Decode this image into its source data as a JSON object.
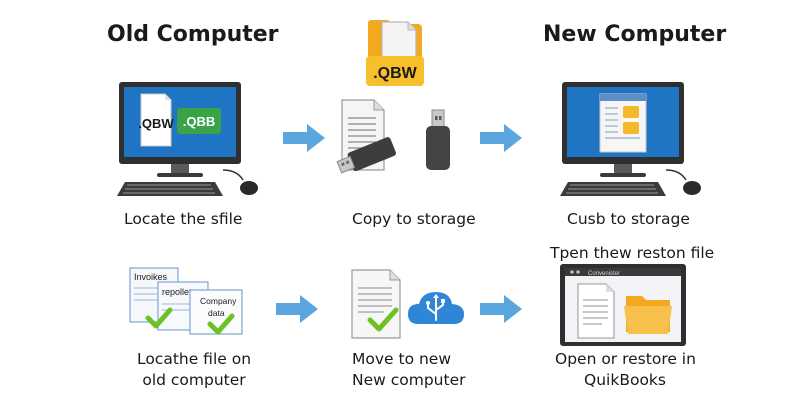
{
  "headings": {
    "old": "Old Computer",
    "new": "New Computer"
  },
  "badges": {
    "qbw_top": ".QBW",
    "qbw_screen": ".QBW",
    "qbb_screen": ".QBB",
    "invoices": "Invoikes",
    "reports": "repollets",
    "company_line1": "Company",
    "company_line2": "data",
    "window_title": "Convenister"
  },
  "captions": {
    "step1": "Locate the sfile",
    "step2": "Copy to storage",
    "step3": "Cusb to storage",
    "step3_top": "Tpen thew reston file",
    "step4_line1": "Locathe file on",
    "step4_line2": "old computer",
    "step5_line1": "Move to new",
    "step5_line2": "New computer",
    "step6_line1": "Open or restore in",
    "step6_line2": "QuikBooks"
  },
  "colors": {
    "arrow": "#5aa6de",
    "monitor_frame": "#2f2f2f",
    "screen_blue": "#1f74c4",
    "folder_yellow": "#f5b82a",
    "qbb_green": "#3aa348",
    "check_green": "#6cc225",
    "cloud_blue": "#2f86d6"
  }
}
